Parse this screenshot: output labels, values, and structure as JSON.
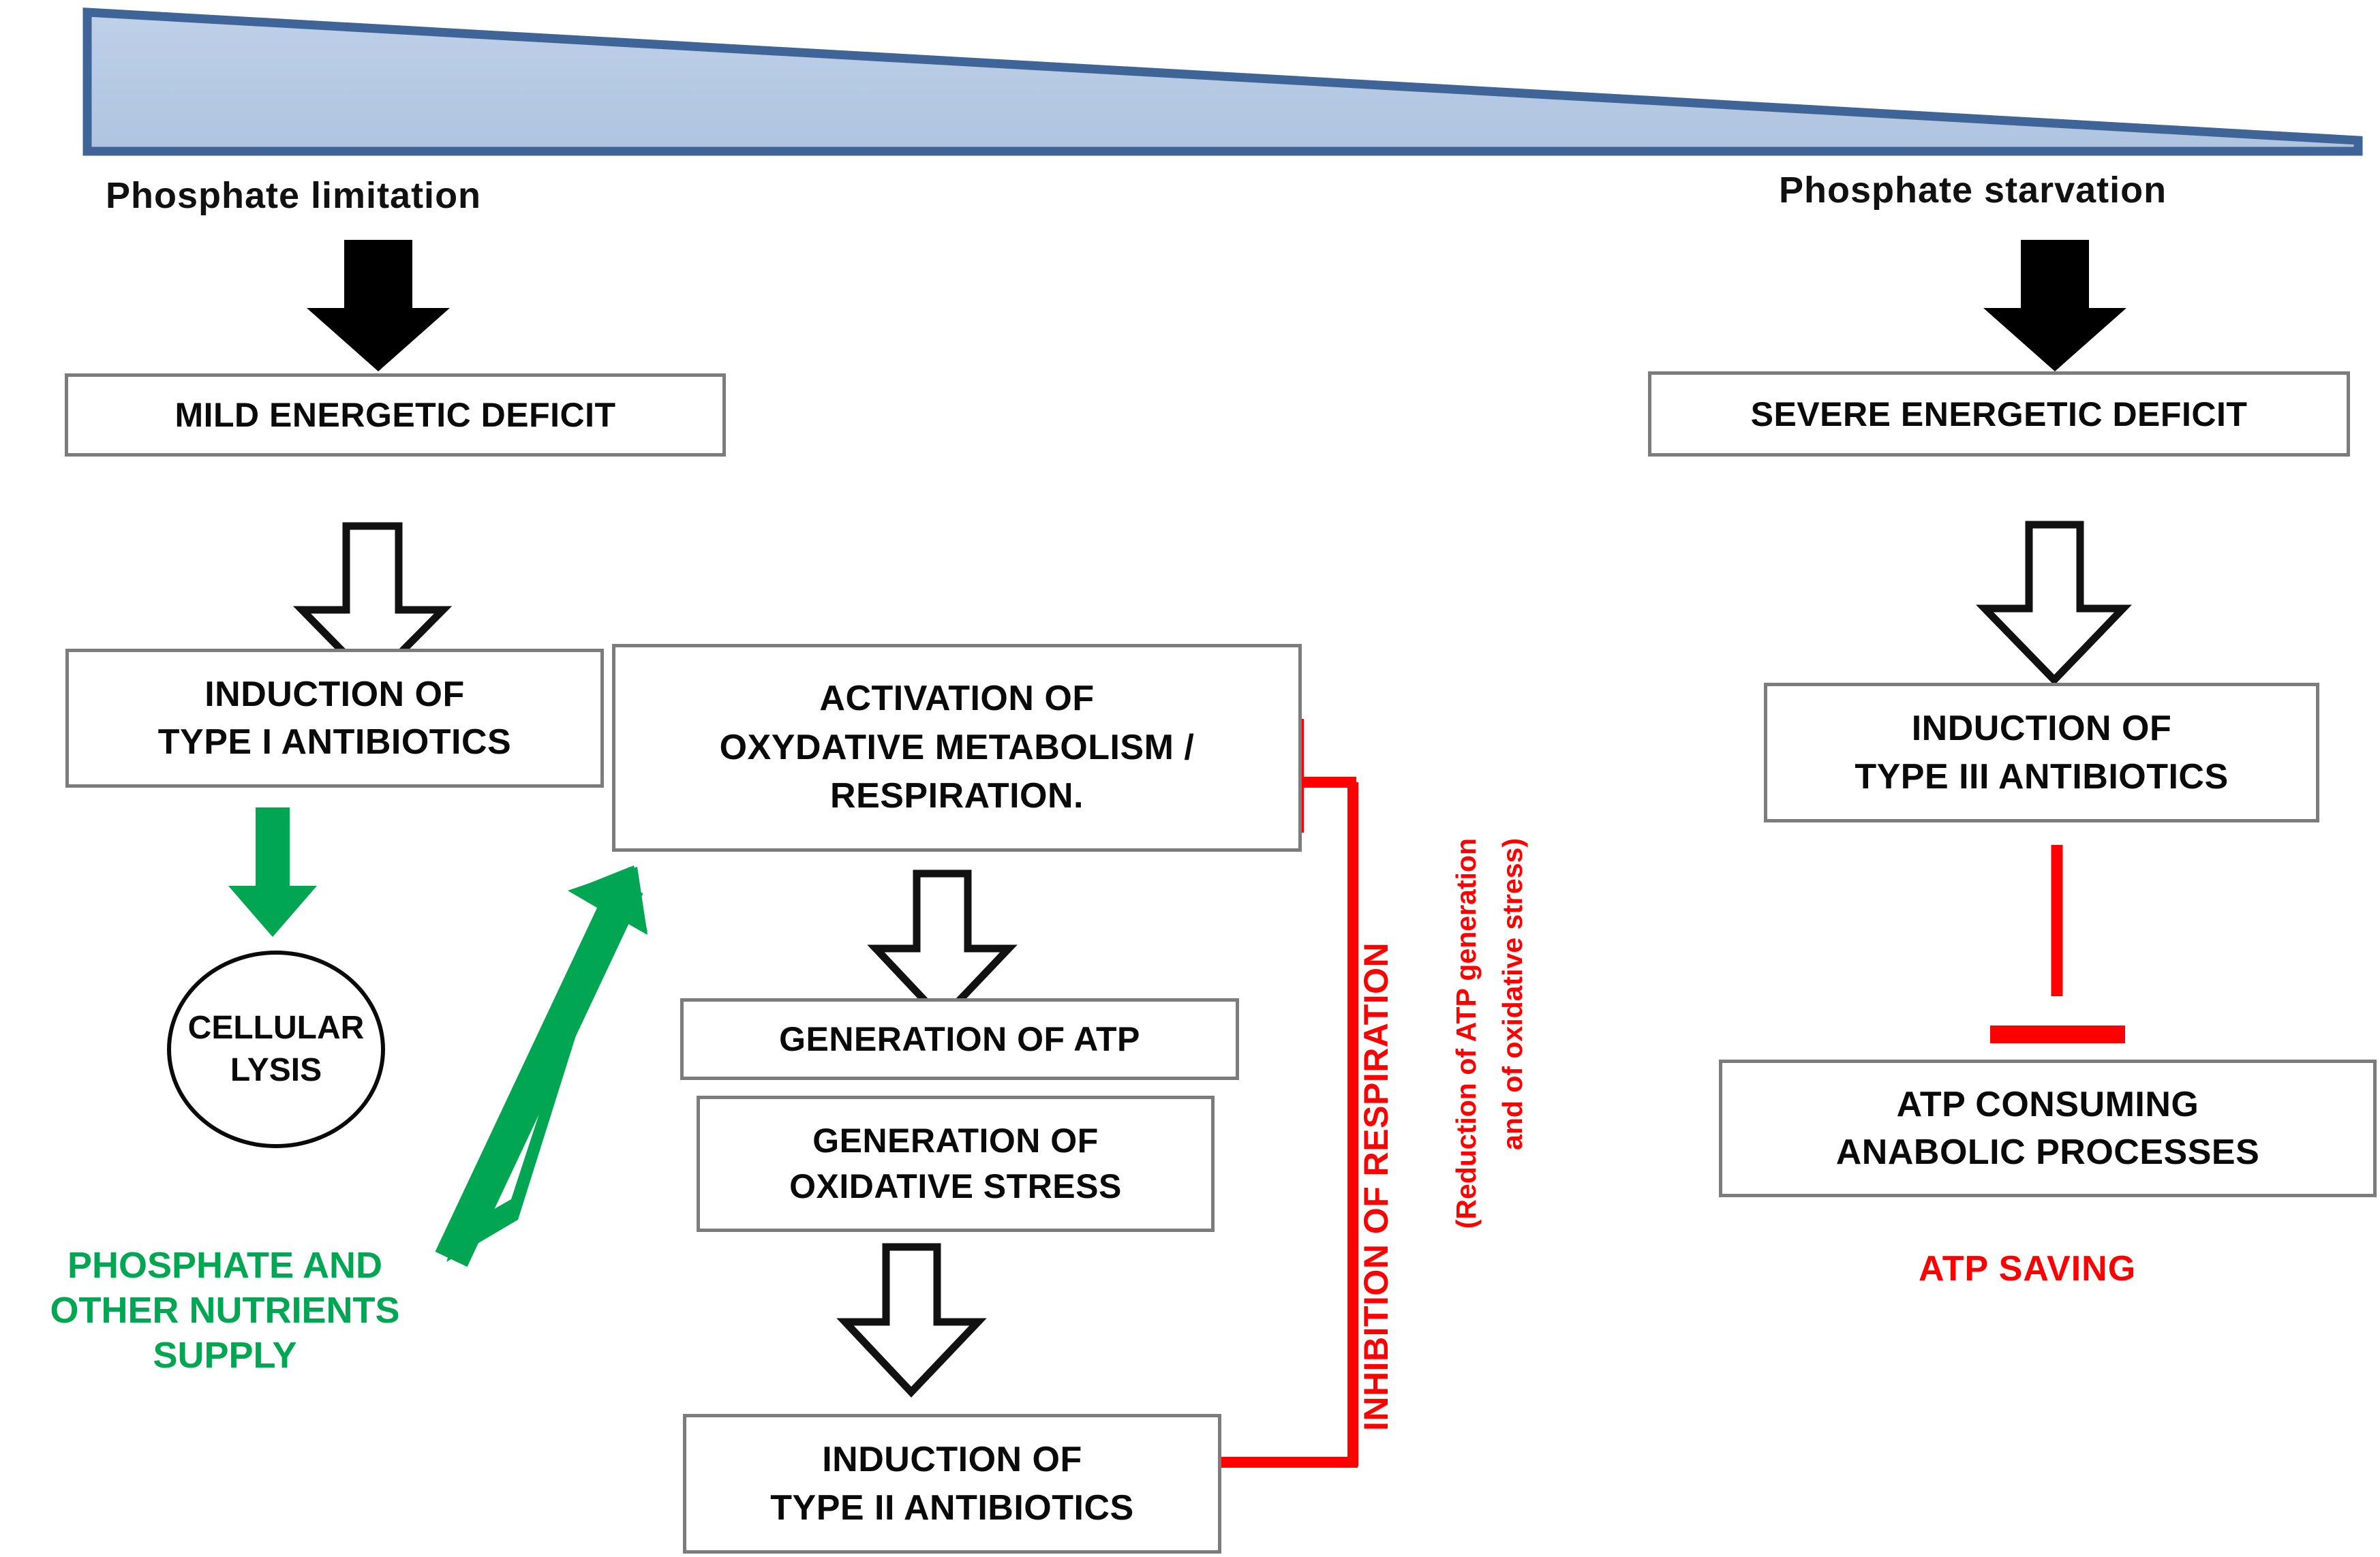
{
  "figure": {
    "title": "Phosphate limitation to starvation antibiotic induction scheme",
    "gradient_bar": {
      "name": "phosphate-availability-wedge",
      "fill": "#B6CAE4",
      "stroke": "#3F6498"
    },
    "colors": {
      "box_border": "#7c7c7c",
      "text": "#0a0a0a",
      "green": "#00A651",
      "red": "#FF0000",
      "black_arrow": "#000000"
    }
  },
  "top_labels": {
    "left": "Phosphate limitation",
    "right": "Phosphate starvation"
  },
  "left_column": {
    "mild_deficit": "MILD  ENERGETIC  DEFICIT",
    "induction_type_i": [
      "INDUCTION OF",
      "TYPE I ANTIBIOTICS"
    ],
    "cellular_lysis": [
      "CELLULAR",
      "LYSIS"
    ],
    "nutrient_supply": [
      "PHOSPHATE AND",
      "OTHER NUTRIENTS",
      "SUPPLY"
    ]
  },
  "center_column": {
    "activation": [
      "ACTIVATION OF",
      "OXYDATIVE METABOLISM /",
      "RESPIRATION."
    ],
    "atp_generation": "GENERATION OF ATP",
    "oxidative_stress": [
      "GENERATION  OF",
      "OXIDATIVE STRESS"
    ],
    "induction_type_ii": [
      "INDUCTION OF",
      "TYPE II ANTIBIOTICS"
    ]
  },
  "inhibition_note": {
    "line1": "INHIBITION OF RESPIRATION",
    "line2": "(Reduction of ATP generation",
    "line3": "and of oxidative stress)"
  },
  "right_column": {
    "severe_deficit": "SEVERE ENERGETIC DEFICIT",
    "induction_type_iii": [
      "INDUCTION OF",
      "TYPE III ANTIBIOTICS"
    ],
    "atp_consuming": [
      "ATP CONSUMING",
      "ANABOLIC PROCESSES"
    ],
    "atp_saving": "ATP SAVING"
  },
  "icons": {
    "black_down_arrow": "solid-down-arrow-icon",
    "hollow_down_arrow": "hollow-down-arrow-icon",
    "green_down_arrow": "green-down-arrow-icon",
    "green_up_arrow": "green-up-arrow-icon",
    "red_inhibition": "red-inhibition-tbar-icon"
  }
}
